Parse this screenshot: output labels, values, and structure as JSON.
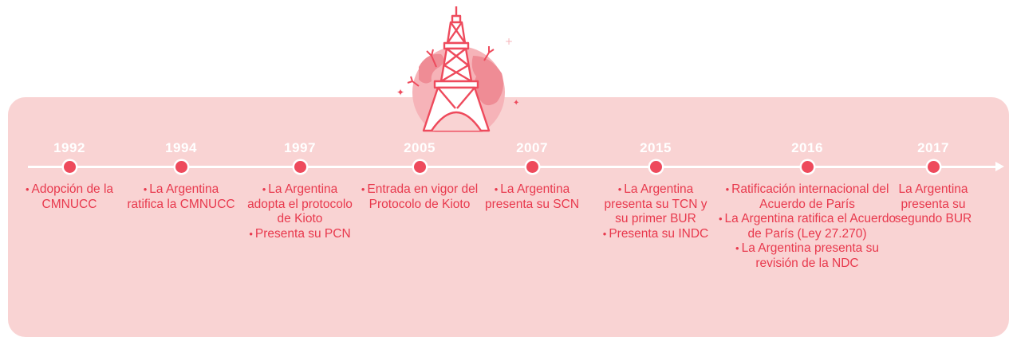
{
  "timeline": {
    "events": [
      {
        "year": "1992",
        "items": [
          {
            "bullet": true,
            "text": "Adopción de la CMNUCC"
          }
        ]
      },
      {
        "year": "1994",
        "items": [
          {
            "bullet": true,
            "text": "La Argentina ratifica la CMNUCC"
          }
        ]
      },
      {
        "year": "1997",
        "items": [
          {
            "bullet": true,
            "text": "La Argentina adopta el protocolo de Kioto"
          },
          {
            "bullet": true,
            "text": "Presenta su PCN"
          }
        ]
      },
      {
        "year": "2005",
        "items": [
          {
            "bullet": true,
            "text": "Entrada en vigor del Protocolo de Kioto"
          }
        ]
      },
      {
        "year": "2007",
        "items": [
          {
            "bullet": true,
            "text": "La Argentina presenta su SCN"
          }
        ]
      },
      {
        "year": "2015",
        "items": [
          {
            "bullet": true,
            "text": "La Argentina presenta su TCN y su primer BUR"
          },
          {
            "bullet": true,
            "text": "Presenta su INDC"
          }
        ]
      },
      {
        "year": "2016",
        "items": [
          {
            "bullet": true,
            "text": "Ratificación internacional del Acuerdo de París"
          },
          {
            "bullet": true,
            "text": "La Argentina ratifica el Acuerdo de París (Ley 27.270)"
          },
          {
            "bullet": true,
            "text": "La Argentina presenta su revisión de la NDC"
          }
        ]
      },
      {
        "year": "2017",
        "items": [
          {
            "bullet": false,
            "text": "La Argentina presenta su segundo BUR"
          }
        ]
      }
    ]
  },
  "colors": {
    "panel": "#f9d3d3",
    "accent": "#ee4a5c",
    "text": "#e8394d",
    "axis": "#ffffff"
  },
  "illustration": {
    "icon": "eiffel-tower-globe-icon"
  }
}
